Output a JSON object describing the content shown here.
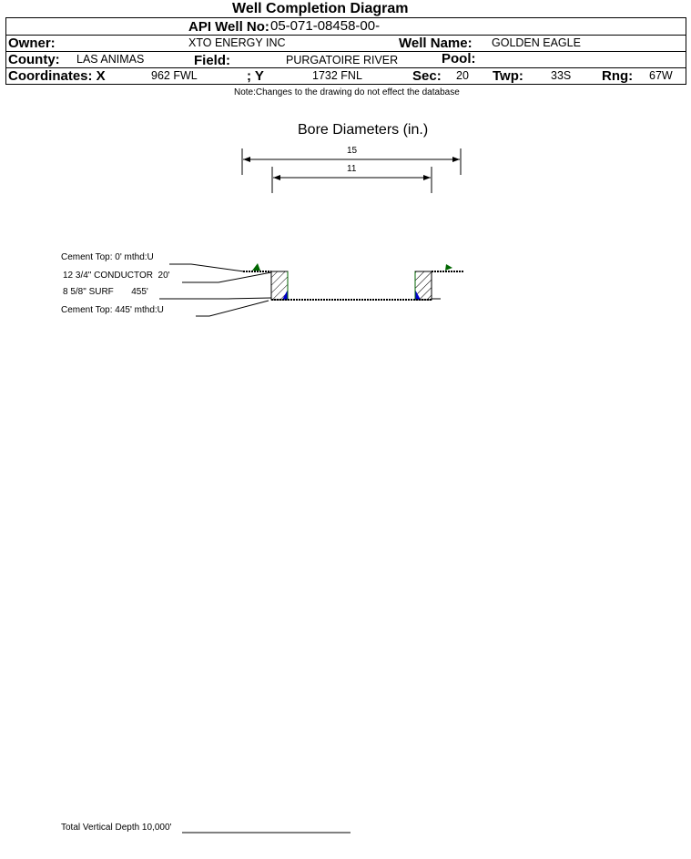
{
  "title": "Well Completion Diagram",
  "header": {
    "api_label": "API Well No:",
    "api_value": "05-071-08458-00-",
    "owner_label": "Owner:",
    "owner_value": "XTO ENERGY INC",
    "well_name_label": "Well Name:",
    "well_name_value": "GOLDEN EAGLE",
    "county_label": "County:",
    "county_value": "LAS ANIMAS",
    "field_label": "Field:",
    "field_value": "PURGATOIRE RIVER",
    "pool_label": "Pool:",
    "coord_x_label": "Coordinates: X",
    "coord_x_value": "962 FWL",
    "coord_y_label": "; Y",
    "coord_y_value": "1732 FNL",
    "sec_label": "Sec:",
    "sec_value": "20",
    "twp_label": "Twp:",
    "twp_value": "33S",
    "rng_label": "Rng:",
    "rng_value": "67W"
  },
  "note": "Note:Changes to the drawing do not effect the database",
  "bore": {
    "title": "Bore Diameters (in.)",
    "outer": "15",
    "inner": "11"
  },
  "labels": {
    "cement_top_1": "Cement Top: 0' mthd:U",
    "conductor": "12 3/4\" CONDUCTOR  20'",
    "surf": "8 5/8\" SURF       455'",
    "cement_top_2": "Cement Top: 445' mthd:U",
    "tvd": "Total Vertical Depth 10,000'"
  },
  "colors": {
    "cement": "#0000cc",
    "flag": "#006600"
  }
}
